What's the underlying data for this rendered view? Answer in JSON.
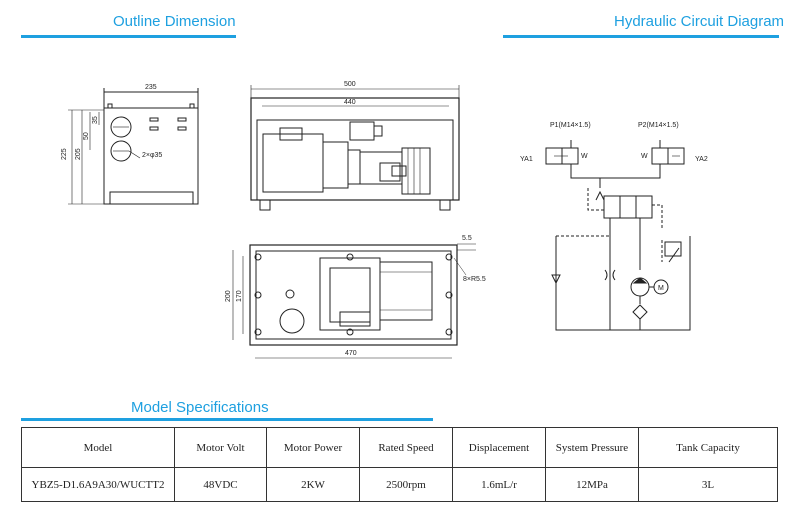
{
  "headers": {
    "outline": "Outline Dimension",
    "circuit": "Hydraulic Circuit Diagram",
    "specs": "Model Specifications"
  },
  "dims": {
    "side_width": "235",
    "side_height": "225",
    "side_inner_height": "205",
    "side_50": "50",
    "side_35": "35",
    "holes": "2×φ35",
    "front_width": "500",
    "front_inner": "440",
    "top_height": "200",
    "top_inner": "170",
    "top_width": "470",
    "slot_w": "5.5",
    "slot_r": "8×R5.5"
  },
  "circuit": {
    "p1": "P1(M14×1.5)",
    "p2": "P2(M14×1.5)",
    "ya1": "YA1",
    "ya2": "YA2",
    "w_left": "W",
    "w_right": "W",
    "motor": "M"
  },
  "table": {
    "columns": [
      "Model",
      "Motor Volt",
      "Motor Power",
      "Rated Speed",
      "Displacement",
      "System Pressure",
      "Tank Capacity"
    ],
    "row": [
      "YBZ5-D1.6A9A30/WUCTT2",
      "48VDC",
      "2KW",
      "2500rpm",
      "1.6mL/r",
      "12MPa",
      "3L"
    ]
  },
  "colors": {
    "accent": "#1ea0e0",
    "line": "#222222"
  }
}
